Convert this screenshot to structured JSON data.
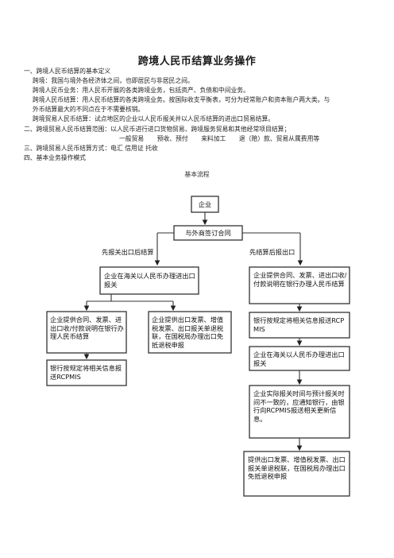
{
  "title": "跨境人民币结算业务操作",
  "sections": {
    "s1_heading": "一、跨境人民币结算的基本定义",
    "s1_lines": [
      "跨境：我国与境外各经济体之间，也即居民与非居民之间。",
      "跨境人民币业务：用人民币开展的各类跨境业务，包括资产、负债和中间业务。",
      "跨境人民币结算：用人民币结算的各类跨境业务。按国际收支平衡表，可分为经常账户和资本账户两大类。与",
      "外币结算最大的不同点在于不需要核销。",
      "跨境贸易人民币结算：试点地区的企业以人民币报关并以人民币结算的进出口贸易结算。"
    ],
    "s2_heading": "二、跨境贸易人民币结算范围：以人民币进行进口货物贸易、跨境服务贸易和其他经常项目结算；",
    "s2_items": [
      "一般贸易",
      "预收、预付",
      "来料加工",
      "退（赔）款、贸易从属费用等"
    ],
    "s3_heading": "三、跨境贸易人民币结算方式：电汇  信用证  托收",
    "s4_heading": "四、基本业务操作模式",
    "flow_caption": "基本流程"
  },
  "flow": {
    "enterprise": "企业",
    "contract": "与外商签订合同",
    "branch_left": "先报关出口后结算",
    "branch_right": "先结算后报出口",
    "l_customs": "企业在海关以人民币办理进出口报关",
    "l_docs": "企业提供合同、发票、进出口收/付款说明在银行办理人民币结算",
    "l_report": "银行按规定将相关信息报送RCPMIS",
    "l_tax": "企业提供出口发票、增值税发票、出口报关单退税联，在国税局办理出口免抵退税申报",
    "r_docs": "企业提供合同、发票、进出口收/付款说明在银行办理人民币结算",
    "r_report": "银行按规定将相关信息报送RCPMIS",
    "r_customs": "企业在海关以人民币办理进出口报关",
    "r_mismatch": "企业实际报关时间与预计报关时间不一致的，应通知银行，由银行向RCPMIS报送相关更新信息。",
    "r_tax": "提供出口发票、增值税发票、出口报关单退税联，在国税局办理出口免抵退税申报"
  }
}
